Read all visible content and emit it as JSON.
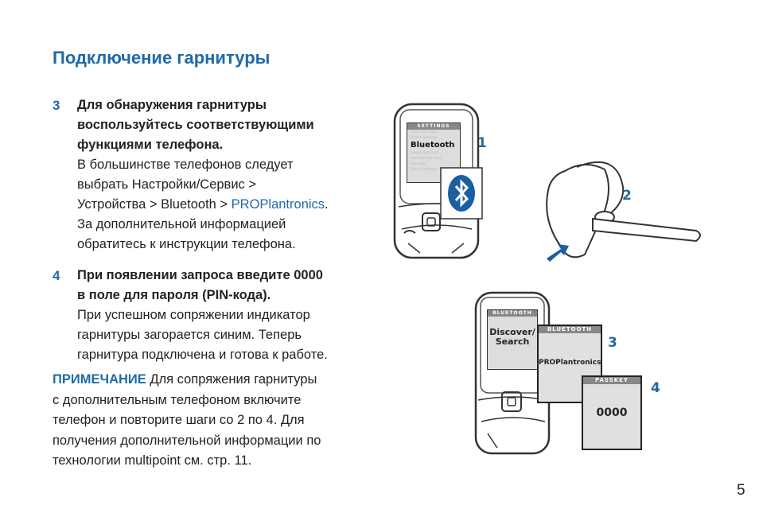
{
  "title": "Подключение гарнитуры",
  "steps": [
    {
      "number": "3",
      "bold": [
        "Для обнаружения гарнитуры",
        "воспользуйтесь соответствующими",
        "функциями телефона."
      ],
      "lines": [
        "В большинстве телефонов следует",
        "выбрать Настройки/Сервис >"
      ],
      "line_path_prefix": "Устройства > Bluetooth > ",
      "line_path_highlight": "PROPlantronics",
      "line_path_suffix": ".",
      "lines_after": [
        "За дополнительной информацией",
        "обратитесь к инструкции телефона."
      ]
    },
    {
      "number": "4",
      "bold": [
        "При появлении запроса введите 0000",
        "в поле для пароля (PIN-кода)."
      ],
      "lines": [
        "При успешном сопряжении индикатор",
        "гарнитуры загорается синим. Теперь",
        "гарнитура подключена и готова к работе."
      ]
    }
  ],
  "note": {
    "label": "ПРИМЕЧАНИЕ",
    "first": " Для сопряжения гарнитуры",
    "lines": [
      "с дополнительным телефоном включите",
      "телефон и повторите шаги со 2 по 4. Для",
      "получения дополнительной информации по",
      "технологии multipoint см. стр. 11."
    ]
  },
  "figure": {
    "phone1_header": "SETTINGS",
    "phone1_menu": [
      "Time and Date",
      "Phone Settings",
      "Bluetooth",
      "Sound Settings",
      "Network Services",
      "Security",
      "Reset Settings"
    ],
    "phone2_header": "BLUETOOTH",
    "phone2_text": [
      "Discover/",
      "Search"
    ],
    "card1_header": "BLUETOOTH",
    "card1_text": "PROPlantronics",
    "card2_header": "PASSKEY",
    "card2_text": "0000",
    "labels": [
      "1",
      "2",
      "3",
      "4"
    ],
    "icons": [
      "bluetooth-icon",
      "mobile-phone-icon",
      "headset-icon",
      "arrow-icon"
    ]
  },
  "page_number": "5",
  "colors": {
    "accent": "#1f6aa8",
    "bluetooth": "#1a5fa0"
  }
}
